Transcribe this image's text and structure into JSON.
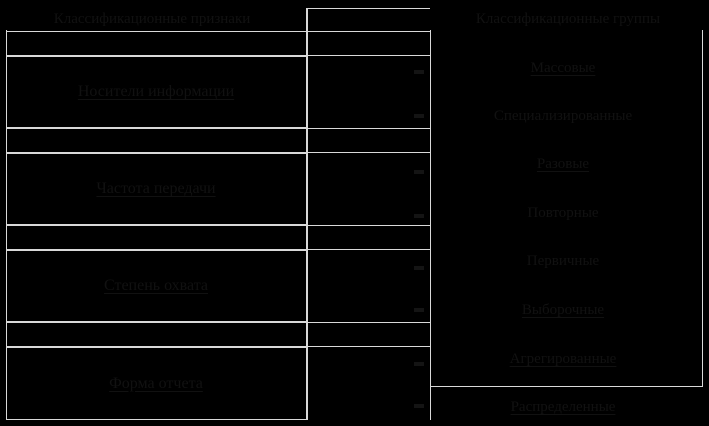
{
  "headers": {
    "left": "Классификационные признаки",
    "right": "Классификационные группы"
  },
  "criteria": [
    {
      "label": "Носители информации"
    },
    {
      "label": "Частота передачи"
    },
    {
      "label": "Степень охвата"
    },
    {
      "label": "Форма отчета"
    }
  ],
  "groups": [
    {
      "label": "Массовые"
    },
    {
      "label": "Специализированные"
    },
    {
      "label": "Разовые"
    },
    {
      "label": "Повторные"
    },
    {
      "label": "Первичные"
    },
    {
      "label": "Выборочные"
    },
    {
      "label": "Агрегированные"
    },
    {
      "label": "Распределенные"
    }
  ],
  "colors": {
    "background": "#000000",
    "lines": "#d9d9d9",
    "text": "#111111"
  }
}
